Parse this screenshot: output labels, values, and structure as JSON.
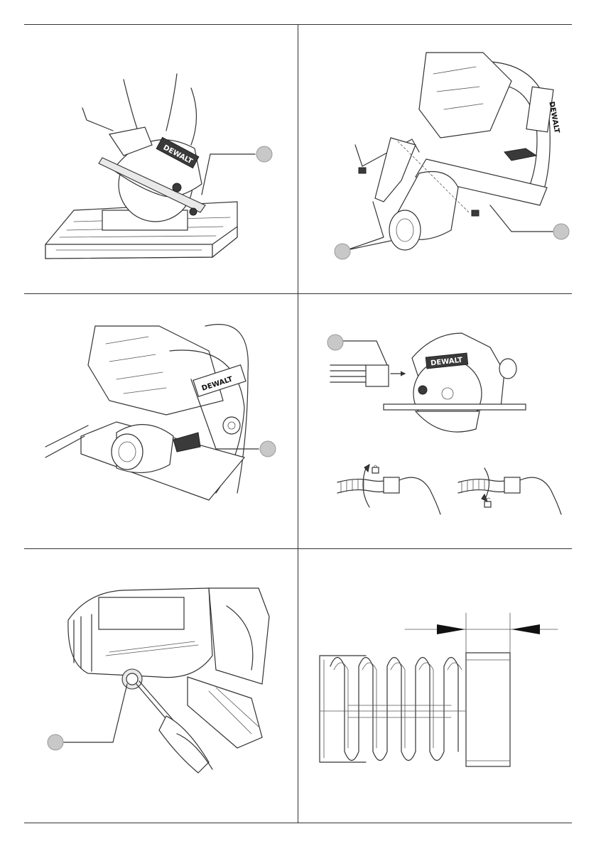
{
  "page": {
    "panels": [
      {
        "id": "fig-blade-guard",
        "logo": "DEWALT"
      },
      {
        "id": "fig-dust-port-attach",
        "logo": "DEWALT"
      },
      {
        "id": "fig-dust-port-installed",
        "logo": "DEWALT"
      },
      {
        "id": "fig-vacuum-hose",
        "logo": "DEWALT"
      },
      {
        "id": "fig-brush-cap"
      },
      {
        "id": "fig-brush-spring"
      }
    ]
  }
}
